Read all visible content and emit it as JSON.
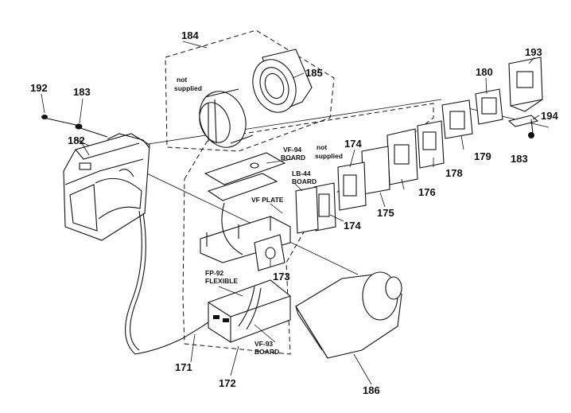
{
  "parts": {
    "p184": "184",
    "p185": "185",
    "p192": "192",
    "p183a": "183",
    "p182": "182",
    "p180": "180",
    "p193": "193",
    "p194": "194",
    "p183b": "183",
    "p179": "179",
    "p178": "178",
    "p176": "176",
    "p175": "175",
    "p174a": "174",
    "p174b": "174",
    "p173": "173",
    "p171": "171",
    "p172": "172",
    "p186": "186"
  },
  "notes": {
    "not_supplied_top_1": "not",
    "not_supplied_top_2": "supplied",
    "not_supplied_mid_1": "not",
    "not_supplied_mid_2": "supplied",
    "vf94_1": "VF-94",
    "vf94_2": "BOARD",
    "lb44_1": "LB-44",
    "lb44_2": "BOARD",
    "vf_plate": "VF PLATE",
    "fp92_1": "FP-92",
    "fp92_2": "FLEXIBLE",
    "vf93_1": "VF-93",
    "vf93_2": "BOARD"
  }
}
